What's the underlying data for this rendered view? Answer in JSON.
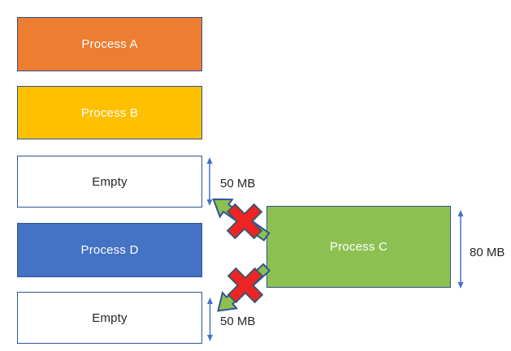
{
  "diagram": {
    "description": "Memory allocation diagram showing external fragmentation: Process C (80 MB) cannot fit into either 50 MB empty hole"
  },
  "memory_column": {
    "blocks": [
      {
        "label": "Process A",
        "type": "process",
        "fill": "#ED7D31"
      },
      {
        "label": "Process B",
        "type": "process",
        "fill": "#FFC000"
      },
      {
        "label": "Empty",
        "type": "empty",
        "fill": "#FFFFFF",
        "size": "50 MB"
      },
      {
        "label": "Process D",
        "type": "process",
        "fill": "#4472C4"
      },
      {
        "label": "Empty",
        "type": "empty",
        "fill": "#FFFFFF",
        "size": "50 MB"
      }
    ]
  },
  "pending_block": {
    "label": "Process C",
    "size": "80 MB",
    "fill": "#8CC152"
  },
  "measurements": {
    "empty_top": "50 MB",
    "empty_bottom": "50 MB",
    "process_c": "80 MB"
  },
  "colors": {
    "block_border": "#2F5496",
    "process_a": "#ED7D31",
    "process_b": "#FFC000",
    "process_c": "#8CC152",
    "process_d": "#4472C4",
    "empty_fill": "#FFFFFF",
    "measure_arrow": "#4472C4",
    "measure_text": "#262626",
    "move_arrow_fill": "#8CC152",
    "move_arrow_stroke": "#2F5496",
    "cross_fill": "#EE2424",
    "cross_stroke": "#44546A"
  }
}
